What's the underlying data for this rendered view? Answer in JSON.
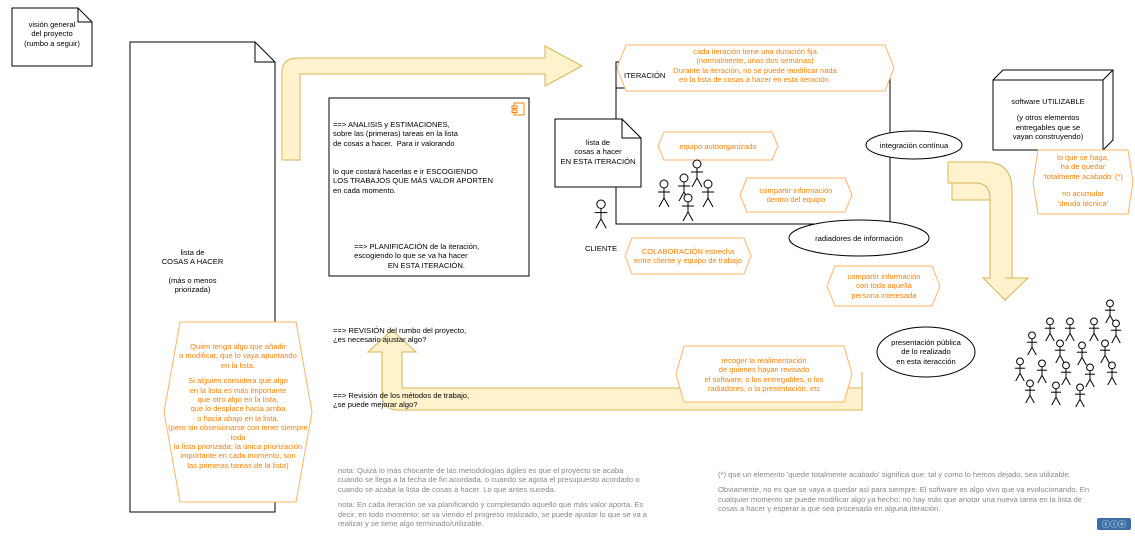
{
  "vision": {
    "lines": [
      "visión general",
      "del proyecto",
      "(rumbo a seguir)"
    ]
  },
  "backlog_doc": {
    "lines": [
      "lista de",
      "COSAS A HACER",
      "",
      "(más o menos",
      "priorizada)"
    ]
  },
  "backlog_hexagon": {
    "lines": [
      "Quien tenga algo que añadir",
      "o modificar, que lo vaya apuntando",
      "en la lista.",
      "",
      "Si alguien considera que algo",
      "en la lista es más importante",
      "que otro algo en la lista,",
      "que lo desplace hacia arriba",
      "o hacia abajo en la lista.",
      "(pero sin obsesionarse con tener siempre toda",
      "la lista priorizada; la única priorización",
      "importante en cada momento, son",
      "las primeras tareas de la lista)"
    ]
  },
  "planning_box": {
    "lines": [
      "==> ANALISIS y ESTIMACIONES,",
      "sobre las (primeras) tareas en la lista",
      "de cosas a hacer.  Para ir valorando",
      "lo que costará hacerlas e ir ESCOGIENDO",
      "LOS TRABAJOS QUE MÁS VALOR APORTEN",
      "en cada momento.",
      "",
      "          ==> PLANIFICACIÓN de la iteración,",
      "          escogiendo lo que se va ha hacer",
      "                          EN ESTA ITERACIÓN.",
      "",
      "",
      "==> REVISIÓN del rumbo del proyecto,",
      "¿es necesario ajustar algo?",
      "",
      "==> Revisión de los métodos de trabajo,",
      "¿se puede mejorar algo?"
    ]
  },
  "iteration": {
    "label": "ITERACIÓN",
    "duration_note": [
      "cada iteración tiene una duración fija",
      "(normalmente, unas dos semanas)",
      "Durante la iteración, no se puede modificar nada",
      "en la lista de cosas a hacer en esta iteración."
    ],
    "sprint_list": [
      "lista de",
      "cosas a hacer",
      "EN ESTA ITERACIÓN"
    ],
    "team": "equipo autoorganizado",
    "share_team": [
      "compartir información",
      "dentro del equipo"
    ],
    "ci": "integración contínua",
    "radiators": "radiadores de información"
  },
  "customer": {
    "label": "CLIENTE",
    "collab": [
      "COLABORACIÓN estrecha",
      "entre cliente y equipo de trabajo"
    ]
  },
  "share_interested": [
    "compartir información",
    "con toda aquella",
    "persona interesada"
  ],
  "software": {
    "title": "software UTILIZABLE",
    "sub": [
      "(y otros elementos",
      "entregables que se",
      "vayan construyendo)"
    ]
  },
  "done_note": [
    "lo que se haga,",
    "ha de quedar",
    "'totalmente acabado' (*)",
    "",
    "no acumular",
    "'deuda técnica'"
  ],
  "demo": [
    "presentación pública",
    "de lo realizado",
    "en esta iteracción"
  ],
  "feedback": [
    "recoger la realimentación",
    "de quienes hayan revisado",
    "el software, o los entregables, o los",
    "radiadores, o la presentación, etc"
  ],
  "notes_left": [
    "nota: Quizá lo más chocante de las metodologías ágiles es que el proyecto se acaba cuando se llega a la fecha de fin acordada, o cuando se agota el presupuesto acordado o cuando se acaba la lista de cosas a hacer. Lo que antes suceda.",
    "nota: En cada iteración se va planificando y completando aquello que más valor aporta. Es decir, en todo momento: se va viendo el progreso realizado, se puede ajustar lo que se va a realizar y se tiene algo terminado/utilizable."
  ],
  "notes_right": [
    "(*) que un elemento 'quede totalmente acabado' significa que: tal y como lo hemos dejado, sea utilizable.",
    "Obviamente, no es que se vaya a quedar así para siempre. El software es algo vivo que va evolucionando. En cualquier momento se puede modificar algo ya hecho; no hay más que anotar una nueva tarea en la lista de cosas a hacer y esperar a que sea procesada en alguna iteración."
  ],
  "colors": {
    "orange": "#ff8000",
    "arrow_fill": "#fff2cc",
    "arrow_stroke": "#d6b656",
    "note_grey": "#888888"
  }
}
